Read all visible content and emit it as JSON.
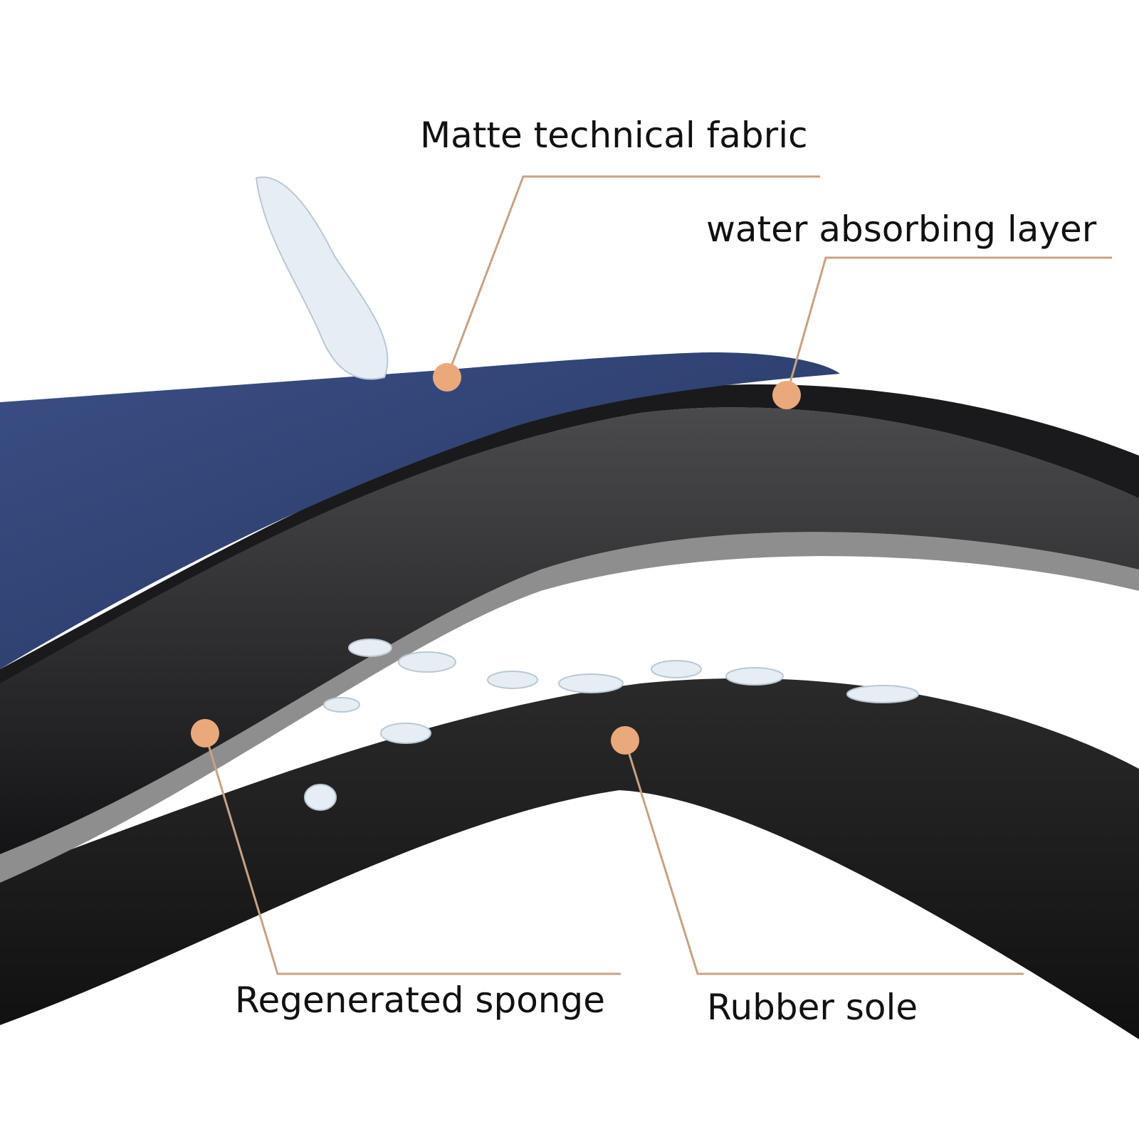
{
  "colors": {
    "leader": "#c8a283",
    "dot": "#eaa97b",
    "fabric": "#33467a",
    "layer": "#1c1c1e",
    "sponge": "#8a8a8a"
  },
  "labels": {
    "fabric": "Matte technical fabric",
    "water": "water absorbing layer",
    "sponge": "Regenerated sponge",
    "rubber": "Rubber sole"
  }
}
